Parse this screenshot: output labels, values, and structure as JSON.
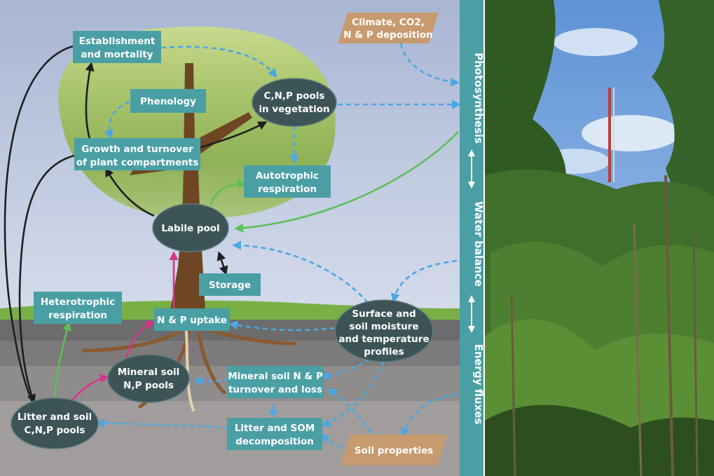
{
  "colors": {
    "box_teal": "#4a9fa4",
    "node_dark": "#3d5457",
    "tan": "#c79a70",
    "arrow_blue": "#4aa8e4",
    "arrow_green": "#5cbf5a",
    "arrow_magenta": "#d6368c",
    "arrow_black": "#1f1f1f",
    "side_bar": "#4a9fa4"
  },
  "boxes": {
    "establishment": [
      "Establishment",
      "and mortality"
    ],
    "phenology": [
      "Phenology"
    ],
    "growth": [
      "Growth and turnover",
      "of plant compartments"
    ],
    "autotrophic": [
      "Autotrophic",
      "respiration"
    ],
    "storage": [
      "Storage"
    ],
    "heterotrophic": [
      "Heterotrophic",
      "respiration"
    ],
    "np_uptake": [
      "N & P uptake"
    ],
    "mineral_turnover": [
      "Mineral soil N & P",
      "turnover and loss"
    ],
    "litter_som": [
      "Litter and SOM",
      "decomposition"
    ]
  },
  "nodes": {
    "cnp_veg": [
      "C,N,P pools",
      "in vegetation"
    ],
    "labile": [
      "Labile pool"
    ],
    "surface_soil": [
      "Surface and",
      "soil moisture",
      "and temperature",
      "profiles"
    ],
    "mineral_pools": [
      "Mineral soil",
      "N,P pools"
    ],
    "litter_pools": [
      "Litter and soil",
      "C,N,P pools"
    ]
  },
  "drivers": {
    "climate": [
      "Climate, CO2,",
      "N & P deposition"
    ],
    "soil_props": [
      "Soil properties"
    ]
  },
  "side_bar": {
    "photosynthesis": "Photosynthesis",
    "water_balance": "Water balance",
    "energy_fluxes": "Energy fluxes"
  },
  "photo": {
    "subject": "rainforest canopy with flux tower"
  }
}
